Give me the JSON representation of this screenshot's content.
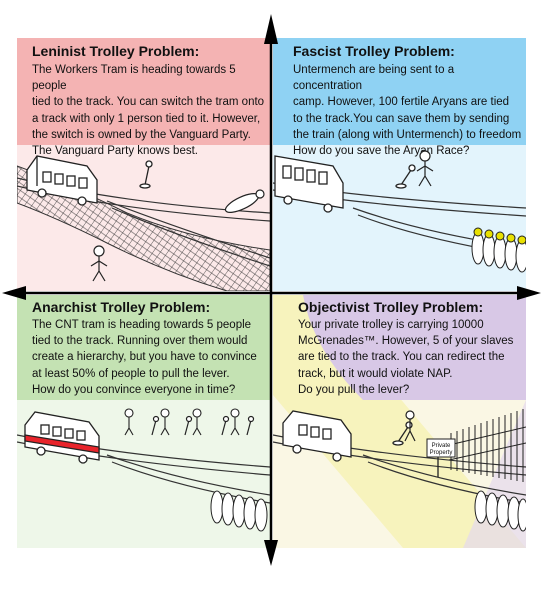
{
  "quadrants": {
    "leninist": {
      "title": "Leninist Trolley Problem:",
      "lines": [
        "The Workers Tram is heading towards 5 people",
        "tied to the track. You can switch the tram onto",
        "a track with only 1 person tied to it. However,",
        "the switch is owned by the Vanguard Party.",
        "The Vanguard Party knows best."
      ]
    },
    "fascist": {
      "title": "Fascist Trolley Problem:",
      "lines": [
        "Untermench are being sent to a concentration",
        "camp. However, 100 fertile Aryans are tied",
        "to the track.You can save them by sending",
        "the train (along with Untermench) to freedom",
        "How do you save the Aryan Race?"
      ]
    },
    "anarchist": {
      "title": "Anarchist Trolley Problem:",
      "lines": [
        "The CNT tram is heading towards 5 people",
        "tied to the track. Running over them would",
        "create a hierarchy, but you have to convince",
        "at least 50% of people to pull the lever.",
        "How do you convince everyone in time?"
      ]
    },
    "objectivist": {
      "title": "Objectivist Trolley Problem:",
      "lines": [
        "Your private trolley is carrying 10000",
        "McGrenades™. However, 5 of your slaves",
        "are tied to the track. You can redirect the",
        "track, but it would violate NAP.",
        "Do you pull the lever?"
      ],
      "sign_line1": "Private",
      "sign_line2": "Property"
    }
  },
  "colors": {
    "leninist_header": "#f4b3b3",
    "leninist_scene": "#fce9e9",
    "fascist_header": "#8fd2f3",
    "fascist_scene": "#e3f4fc",
    "anarchist_header": "#c4e2b3",
    "anarchist_scene": "#eef7e9",
    "objectivist_header": "#d8c8e6",
    "objectivist_scene": "#faf7e4",
    "objectivist_wedge": "#f7f3bd",
    "cnt_stripe": "#e8242b",
    "rope_yellow": "#e8e000",
    "ink": "#222222",
    "axis": "#000000"
  },
  "icons": {
    "arrows": [
      "arrow-up-icon",
      "arrow-down-icon",
      "arrow-left-icon",
      "arrow-right-icon"
    ]
  }
}
